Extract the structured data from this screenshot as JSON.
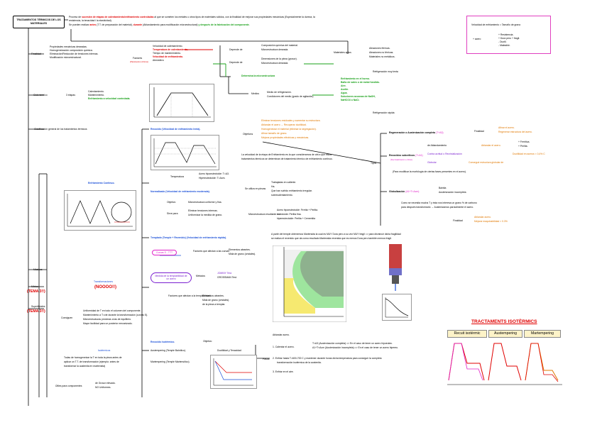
{
  "title": "TRATAMIENTOS TÉRMICOS DE LOS MATERIALES",
  "intro": {
    "l1_a": "Proceso de ",
    "l1_b": "sucesión de etapas de calentamiento/enfriamiento controladas",
    "l1_c": " al que se someten los metales u otros tipos de materiales sólidos, con la finalidad de mejorar sus propiedades mecánicas (Especialmente la dureza, la",
    "l2": "resistencia, la tenacidad i la elasticidad).",
    "l3_a": "Se pueden realizar ",
    "l3_b": "antes",
    "l3_c": " (T.T. de preparación del material), ",
    "l3_d": "durante",
    "l3_e": " (Ablandamiento para modificación microestructural) ",
    "l3_f": "y después de la fabricación del componente."
  },
  "note": {
    "line1": "Velocidad de enfriamiento = Tamaño de grano",
    "head": "+ acero",
    "items": [
      "+ Resistencia.",
      "+ Dura pero + frágil.",
      "- Ductil.",
      "- Maleable."
    ]
  },
  "finalidad": {
    "label": "Finalidad",
    "items": [
      "Propiedades mecánicas deseadas.",
      "Homogeneización composición química.",
      "Eliminación/Reducción de tensiones internas.",
      "Modificación microestructural."
    ],
    "factores_label": "Factores",
    "factores_sub": "(Parámetros críticos)",
    "factores": [
      "Velocidad de calentamiento.",
      "Temperatura de calentamiento.",
      "Tiempo de mantenimiento.",
      "Velocidad de enfriamiento.",
      "Atmósfera"
    ],
    "depende1": "Depende de",
    "depende1_items": [
      "Composición química del material.",
      "Microestructura deseada."
    ],
    "depende2": "Depende de",
    "depende2_items": [
      "Dimensiones de la pieza (grosor).",
      "Microestructura deseada."
    ],
    "materiales": "Materiales aptos",
    "materiales_items": [
      "Aleaciones férricas.",
      "Aleaciones no férricas.",
      "Materiales no metálicos."
    ],
    "evitar": "Determina la microestructura",
    "refrig_lenta": "Refrigeración muy lenta",
    "medios": "Medios",
    "medios_items": [
      "Medio de refrigeración.",
      "Condiciones del medio (grado de agitación)."
    ],
    "medios_list": [
      "Enfriamiento en el horno.",
      "Baño de sales o de metal fundido.",
      "Aire.",
      "Aceite.",
      "Agua.",
      "Soluciones acuosas de NaOH,",
      "NaHCO3 o NaCl."
    ],
    "refrig_rapida": "Refrigeración rápida"
  },
  "ciclo": {
    "label": "Ciclo térmico",
    "etapas": "3 etapas",
    "items": [
      "Calentamiento.",
      "Mantenimiento.",
      "Enfriamiento a velocidad controlada."
    ]
  },
  "clasificacion": {
    "label": "Clasificación general de los tratamientos térmicos",
    "recocido": "Recocido (Velocidad de enfriamiento lenta).",
    "objetivos": "Objetivos",
    "objetivos_items": [
      "Eliminar tensiones residuales y aumentar su estructura.",
      "Ablandar el acero → Recuperar ductilidad.",
      "Homogeneizar el material (eliminar la segregación).",
      "Afinar tamaño de grano.",
      "Mejorar propiedades eléctricas y mecánicas."
    ],
    "recocido_note1": "La velocidad de la etapa de Enfriamiento es la que consideramos de aht a que estos",
    "recocido_note2": "tratamientos térmicos se determinan de tratamiento térmico de enfriamiento continuo.",
    "tipos": "Tipos",
    "regen": "Regeneración o Austenización completa",
    "regen_tag": "(T+A3)",
    "regen_fin": "Finalidad",
    "regen_fin_items": [
      "Afinar el acero.",
      "Regenerar estructura del acero."
    ],
    "subcritico": "Recocidos subcríticos",
    "subcritico_tag": "(T<A1)",
    "subcritico_sub": "(Recristalización o Alivio)",
    "ablandamiento": "de Ablandamiento",
    "ablandamiento_r": "Ablandar el acero.",
    "contra": "Contra acritud o Recristalización",
    "contra_r": "Ductilidad en aceros < 0,4% C",
    "globular": "Globular",
    "globular_r": "Conseguir estructura globular de",
    "perlita_list": [
      "+ Ferrítica.",
      "+ Perlita."
    ],
    "forma": "(Para modificar la morfología de ciertas fases presentes en el acero).",
    "globulizacion": "Globulización",
    "globulizacion_tag": "(A1+T<Acm)",
    "glob_items": [
      "Bainita",
      "Austenización incompleta"
    ],
    "glob_note1": "Como se necesita mucha T y ésta nos interesa un grano % de carbono",
    "glob_note2": "para después transformarlo → Austenizamos parcialmente el acero.",
    "glob_fin": "Finalidad",
    "glob_fin_items": [
      "Ablandar acero.",
      "Mejorar maquinabilidad > 0.3%"
    ],
    "enfriamiento": "Enfriamiento Continuo.",
    "normalizado": "Normalizado (Velocidad de enfriamiento moderada).",
    "temperatura": "Temperatura",
    "temp_items": [
      "Acero hipoeutectoide:  T=A3.",
      "Hipereutectoide:  T=Acm."
    ],
    "en_utiliza": "Se utiliza en piezas",
    "en_utiliza_items": [
      "Trabajadas en caliente.",
      "Ha.",
      "Que han sufrido enfriamiento irregular.",
      "sobrecalentamiento."
    ],
    "objetivo_n": "Objetivo",
    "objetivo_n_item": "Microestructura uniforme y fina.",
    "sirve": "Sirve para",
    "sirve_items": [
      "Eliminar tensiones internas.",
      "Uniformizar la medida de grano."
    ],
    "micro": "Microestructura resultante en",
    "micro_items": [
      "Acero hipoeutectoide:  Ferrita + Perlita.",
      "eutectoide:  Perlita fina.",
      "hipereutectoide:  Perlita + Cementita"
    ],
    "temple": "Templado (Temple + Revenido) (Velocidad de enfriamiento rápida).",
    "temple_note1": "A partir del temple obtenemos Martensita la cual es MUY Dura pero a su vez MUY frágil => para disminuir dicha fragilidad",
    "temple_note2": "se realiza el revenido que da como resultado Martensita revenida que es menos Dura pero también menos frágil.",
    "curvas": "Curvas S - TTT",
    "factores_curvas": "Factores que afectan a las curvas",
    "factores_curvas_items": [
      "Elementos aleantes.",
      "Mida de grano (cristales)."
    ],
    "medida": "Medida de la templabilidad de un acero",
    "metodo": "Métodos",
    "metodo_items": [
      "JOMINY Test.",
      "GROSSMAN Test."
    ],
    "factores_temp": "Factores que afectan a la templabilidad.",
    "factores_temp_items": [
      "Elementos aleantes.",
      "Mida de grano (cristales).",
      "de la pieza a templar."
    ],
    "transform": "Transformaciones",
    "noooo": "(NOOOO!!)",
    "isotermico": "Isotérmicos",
    "recocido_iso": "Recocido isotérmico.",
    "austemper": "Austempering (Temple Bainítico).",
    "martemper": "Martempering (Temple Martensítico).",
    "objetivo_iso": "Objetivo",
    "ductilidad": "Ductilidad y Tenacidad",
    "ablandar_acero": "Ablandar acero.",
    "pasos": "Pasos",
    "pasos_items": [
      "1. Calentar el acero.",
      "2. Enfriar hasta T=600-700 C y mantener durante horas dicha temperatura para conseguir la completa",
      "3. Enfriar en el aire."
    ],
    "pasos_extra": "transformación isotérmica de la austenita.",
    "pasos_sub": [
      "T>A3 (Austenización completa) => En el caso de tener un acero hipoeutec.",
      "A1+T<Acm (Austenización incompleta) => En el caso de tener un acero hipereu."
    ],
    "todas": "Todas de homogeneizar la T en toda la pieza antes de",
    "todas2": "aplicar un T.T. de transformación (ejemplo: antes de",
    "todas3": "transformar la austenita en martensita)",
    "utiles": "Útiles para componentes",
    "utiles_items": [
      "de Grosor elevado.",
      "NO Uniformes."
    ]
  },
  "consiguen": {
    "label": "Consiguen",
    "items": [
      "Uniformidad de T en todo el volumen del componente.",
      "Mantenimiento a T=cte durante la transformación (curvas S).",
      "Microestructuras próximas a las de equilibrio.",
      "Mayor facilidad para un posterior mecanizado."
    ]
  },
  "masicos": "Másicos",
  "mixtos": "Mixtos",
  "mixtos_tema": "(TEMA 3!!)",
  "superficiales": "Superficiales",
  "superficiales_tema": "(TEMA 3!!)",
  "iso_chart": {
    "title": "TRACTAMENTS ISOTÈRMICS",
    "tags": [
      "Recuit isotèrmic",
      "Austempering",
      "Martempering"
    ]
  }
}
